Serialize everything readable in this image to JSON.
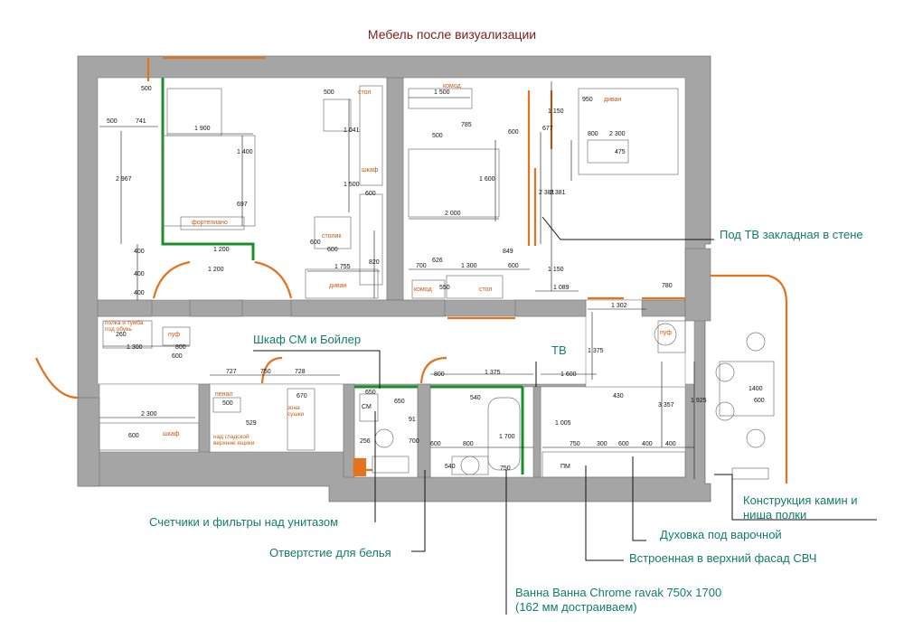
{
  "title": "Мебель после визуализации",
  "colors": {
    "wall": "#a5a5a5",
    "floor": "#ffffff",
    "accent_orange": "#e5731d",
    "accent_green": "#1b8f2a",
    "callout_text": "#0f7f66",
    "title_text": "#7a1f16"
  },
  "callouts": {
    "tv_mount": "Под ТВ закладная в стене",
    "washer_boiler": "Шкаф СМ и Бойлер",
    "tv": "ТВ",
    "meters_filters": "Счетчики и фильтры над унитазом",
    "laundry_hole": "Отвертстие для белья",
    "fireplace": "Конструкция камин и ниша полки",
    "oven": "Духовка под варочной",
    "microwave": "Встроенная в верхний фасад СВЧ",
    "bathtub": "Ванна Ванна Chrome ravak 750х 1700 (162 мм достраиваем)"
  },
  "room_labels": {
    "desk_left": "стол",
    "wardrobe": "шкаф",
    "piano": "фортепиано",
    "small_table": "столик",
    "sofa_left": "диван",
    "dresser_top": "комод",
    "sofa_right": "диван",
    "dresser_bottom": "комод",
    "desk_mid": "стол",
    "shelf_shoes": "полка и тумба под обувь",
    "pouf_hall": "пуф",
    "pouf_living": "пуф",
    "pencil_case": "пенал",
    "dry_zone": "зона сушки",
    "over_mirror": "над гладской верхние ящики",
    "wardrobe_hall": "шкаф",
    "washer": "СМ",
    "dishwasher": "ПМ"
  },
  "dimensions": {
    "d500_a": "500",
    "d741": "741",
    "d1900": "1 900",
    "d1400": "1 400",
    "d697": "697",
    "d2967": "2 967",
    "d500_b": "500",
    "d500_c": "500",
    "d1041": "1 041",
    "d1500_a": "1 500",
    "d600_a": "600",
    "d600_b": "600",
    "d600_c": "600",
    "d1755": "1 755",
    "d820": "820",
    "d1200_a": "1 200",
    "d1200_b": "1 200",
    "d400_a": "400",
    "d400_b": "400",
    "d400_c": "400",
    "d1500_b": "1 500",
    "d785": "785",
    "d1600_a": "1 600",
    "d2000": "2 000",
    "d500_d": "500",
    "d849": "849",
    "d700_a": "700",
    "d626": "626",
    "d1300_a": "1 300",
    "d600_d": "600",
    "d550": "550",
    "d600_e": "600",
    "d677": "677",
    "d2381_a": "2 381",
    "d2381_b": "2 381",
    "d1150_a": "1 150",
    "d1150_b": "1 150",
    "d950": "950",
    "d2300_a": "2 300",
    "d800_a": "800",
    "d475": "475",
    "d1089": "1 089",
    "d780": "780",
    "d1302": "1 302",
    "d1375_a": "1 375",
    "d260": "260",
    "d1300_b": "1 300",
    "d800_b": "800",
    "d600_f": "600",
    "d727": "727",
    "d750_a": "750",
    "d728": "728",
    "d500_e": "500",
    "d670": "670",
    "d529": "529",
    "d2300_b": "2 300",
    "d600_g": "600",
    "d650_a": "650",
    "d650_b": "650",
    "d800_c": "800",
    "d1375_b": "1 375",
    "d540_a": "540",
    "d1600_b": "1 600",
    "d430": "430",
    "d3357": "3 357",
    "d1925": "1 925",
    "d1400_b": "1400",
    "d600_h": "600",
    "d1005": "1 005",
    "d750_b": "750",
    "d300": "300",
    "d600_i": "600",
    "d400_d": "400",
    "d400_e": "400",
    "d600_j": "600",
    "d800_d": "800",
    "d1700": "1 700",
    "d540_b": "540",
    "d750_c": "750",
    "d700_b": "700",
    "d256": "256",
    "d91": "91"
  }
}
